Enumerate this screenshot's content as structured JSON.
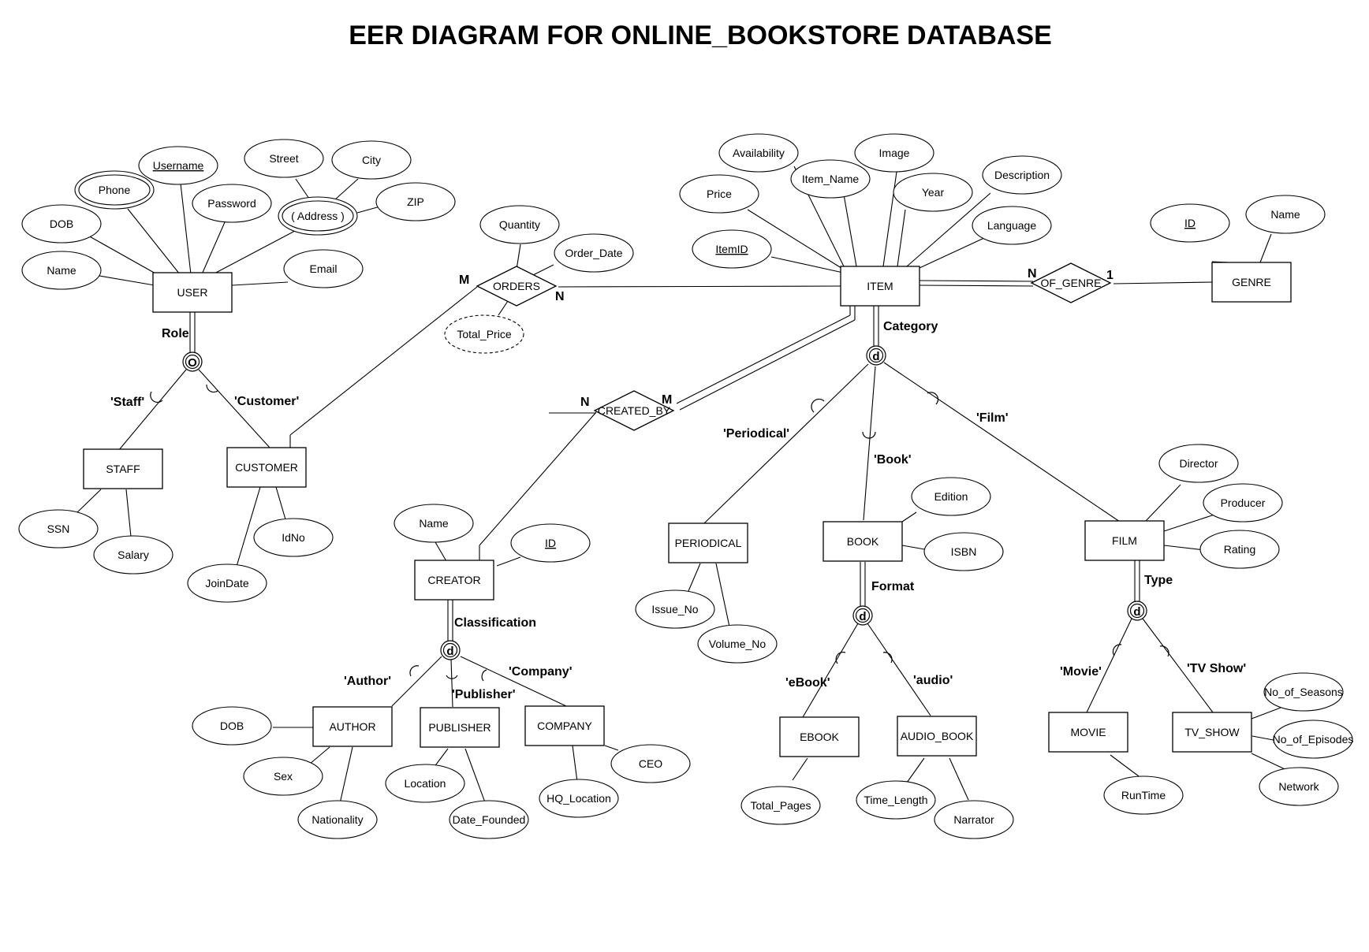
{
  "title": "EER DIAGRAM FOR ONLINE_BOOKSTORE DATABASE",
  "entities": {
    "user": "USER",
    "staff": "STAFF",
    "customer": "CUSTOMER",
    "item": "ITEM",
    "genre": "GENRE",
    "creator": "CREATOR",
    "periodical": "PERIODICAL",
    "book": "BOOK",
    "film": "FILM",
    "author": "AUTHOR",
    "publisher": "PUBLISHER",
    "company": "COMPANY",
    "ebook": "EBOOK",
    "audio_book": "AUDIO_BOOK",
    "movie": "MOVIE",
    "tv_show": "TV_SHOW"
  },
  "relationships": {
    "orders": "ORDERS",
    "of_genre": "OF_GENRE",
    "created_by": "CREATED_BY"
  },
  "attributes": {
    "user_name": "Name",
    "user_dob": "DOB",
    "user_phone": "Phone",
    "user_username": "Username",
    "user_password": "Password",
    "user_address": "( Address )",
    "user_street": "Street",
    "user_city": "City",
    "user_zip": "ZIP",
    "user_email": "Email",
    "staff_ssn": "SSN",
    "staff_salary": "Salary",
    "customer_idno": "IdNo",
    "customer_joindate": "JoinDate",
    "orders_quantity": "Quantity",
    "orders_order_date": "Order_Date",
    "orders_total_price": "Total_Price",
    "item_availability": "Availability",
    "item_price": "Price",
    "item_item_name": "Item_Name",
    "item_image": "Image",
    "item_year": "Year",
    "item_description": "Description",
    "item_language": "Language",
    "item_itemid": "ItemID",
    "genre_id": "ID",
    "genre_name": "Name",
    "creator_name": "Name",
    "creator_id": "ID",
    "author_dob": "DOB",
    "author_sex": "Sex",
    "author_nationality": "Nationality",
    "publisher_location": "Location",
    "publisher_date_founded": "Date_Founded",
    "company_ceo": "CEO",
    "company_hq_location": "HQ_Location",
    "periodical_issue_no": "Issue_No",
    "periodical_volume_no": "Volume_No",
    "book_edition": "Edition",
    "book_isbn": "ISBN",
    "ebook_total_pages": "Total_Pages",
    "audio_time_length": "Time_Length",
    "audio_narrator": "Narrator",
    "film_director": "Director",
    "film_producer": "Producer",
    "film_rating": "Rating",
    "movie_runtime": "RunTime",
    "tv_no_of_seasons": "No_of_Seasons",
    "tv_no_of_episodes": "No_of_Episodes",
    "tv_network": "Network"
  },
  "specializations": {
    "user_symbol": "O",
    "item_symbol": "d",
    "creator_symbol": "d",
    "book_symbol": "d",
    "film_symbol": "d"
  },
  "labels": {
    "role": "Role",
    "staff": "'Staff'",
    "customer": "'Customer'",
    "category": "Category",
    "periodical": "'Periodical'",
    "book": "'Book'",
    "film": "'Film'",
    "classification": "Classification",
    "author": "'Author'",
    "publisher": "'Publisher'",
    "company": "'Company'",
    "format": "Format",
    "ebook": "'eBook'",
    "audio": "'audio'",
    "type": "Type",
    "movie": "'Movie'",
    "tv_show": "'TV Show'"
  },
  "cardinalities": {
    "orders_customer": "M",
    "orders_item": "N",
    "of_genre_item": "N",
    "of_genre_genre": "1",
    "created_by_creator": "N",
    "created_by_item": "M"
  }
}
